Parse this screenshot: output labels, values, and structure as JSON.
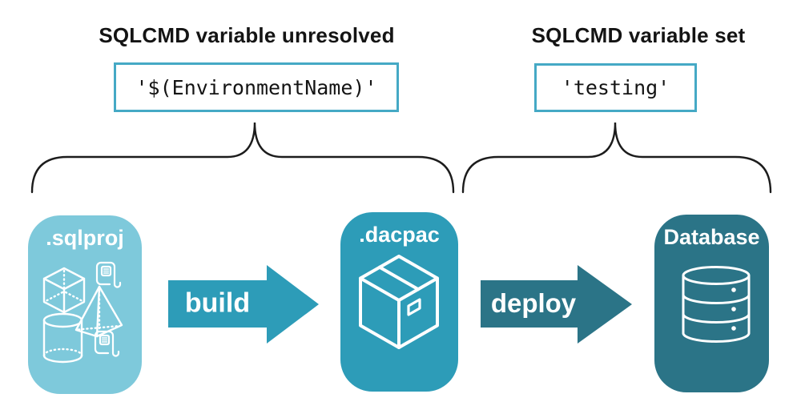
{
  "columns": {
    "unresolved": {
      "heading": "SQLCMD variable unresolved",
      "code": "'$(EnvironmentName)'"
    },
    "set": {
      "heading": "SQLCMD variable set",
      "code": "'testing'"
    }
  },
  "pipeline": {
    "nodes": [
      {
        "id": "sqlproj",
        "label": ".sqlproj",
        "icon": "sql-project-objects-icon"
      },
      {
        "id": "dacpac",
        "label": ".dacpac",
        "icon": "package-box-icon"
      },
      {
        "id": "database",
        "label": "Database",
        "icon": "database-cylinder-icon"
      }
    ],
    "arrows": [
      {
        "id": "build",
        "label": "build"
      },
      {
        "id": "deploy",
        "label": "deploy"
      }
    ]
  },
  "colors": {
    "sqlproj-bg": "#7ec9db",
    "dacpac-bg": "#2d9cb8",
    "database-bg": "#2b7487",
    "build-arrow": "#2d9cb8",
    "deploy-arrow": "#2b7487",
    "code-border": "#45a9c5",
    "brace": "#1c1c1c",
    "heading-text": "#141414",
    "code-text": "#141414",
    "icon-stroke": "#ffffff"
  }
}
